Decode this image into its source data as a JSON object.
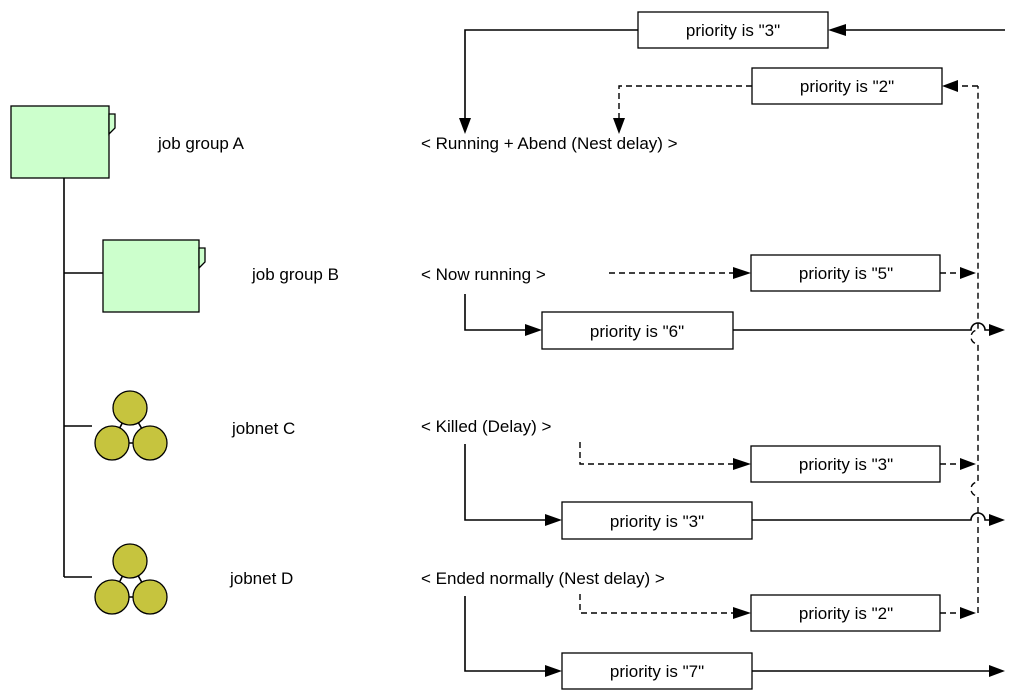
{
  "colors": {
    "job_group_fill": "#ccffcc",
    "jobnet_fill": "#c6c43e",
    "line": "#000000"
  },
  "units": [
    {
      "name": "job group A",
      "icon": "job-group-icon",
      "status": "< Running + Abend (Nest delay) >"
    },
    {
      "name": "job group B",
      "icon": "job-group-icon",
      "status": "< Now running >"
    },
    {
      "name": "jobnet C",
      "icon": "jobnet-icon",
      "status": "< Killed (Delay) >"
    },
    {
      "name": "jobnet D",
      "icon": "jobnet-icon",
      "status": "< Ended normally (Nest delay) >"
    }
  ],
  "priority_boxes": {
    "a_solid": "priority is \"3\"",
    "a_dashed": "priority is \"2\"",
    "b_dashed": "priority is \"5\"",
    "b_solid": "priority is \"6\"",
    "c_dashed": "priority is \"3\"",
    "c_solid": "priority is \"3\"",
    "d_dashed": "priority is \"2\"",
    "d_solid": "priority is \"7\""
  }
}
